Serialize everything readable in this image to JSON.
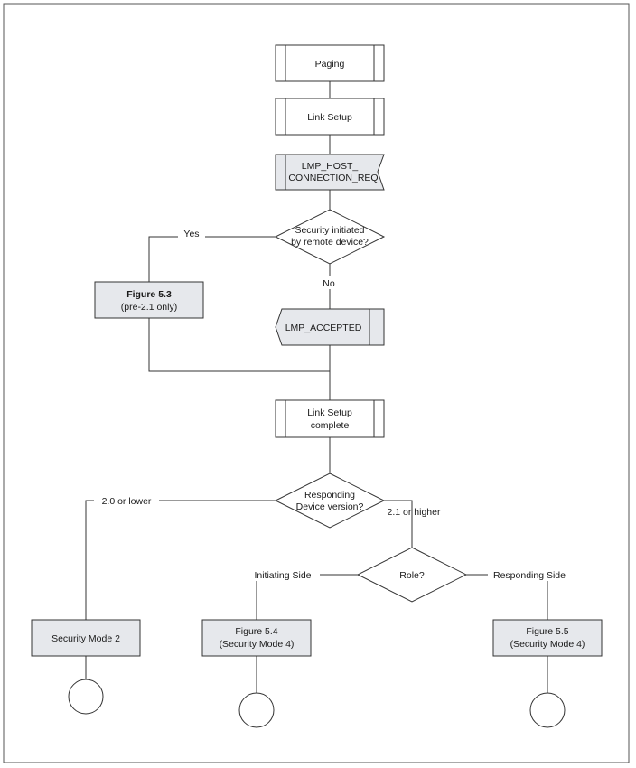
{
  "colors": {
    "gray_fill": "#e6e8ec",
    "white_fill": "#ffffff",
    "stroke": "#333333"
  },
  "nodes": {
    "paging": "Paging",
    "link_setup": "Link Setup",
    "lmp_host_req_line1": "LMP_HOST_",
    "lmp_host_req_line2": "CONNECTION_REQ",
    "security_decision_line1": "Security initiated",
    "security_decision_line2": "by remote device?",
    "fig53_title": "Figure 5.3",
    "fig53_sub": "(pre-2.1 only)",
    "lmp_accepted": "LMP_ACCEPTED",
    "link_setup_complete_line1": "Link Setup",
    "link_setup_complete_line2": "complete",
    "version_decision_line1": "Responding",
    "version_decision_line2": "Device version?",
    "role_decision": "Role?",
    "security_mode2": "Security Mode 2",
    "fig54_title": "Figure 5.4",
    "fig54_sub": "(Security Mode 4)",
    "fig55_title": "Figure 5.5",
    "fig55_sub": "(Security Mode 4)"
  },
  "edge_labels": {
    "yes": "Yes",
    "no": "No",
    "v20_or_lower": "2.0 or lower",
    "v21_or_higher": "2.1 or higher",
    "initiating_side": "Initiating Side",
    "responding_side": "Responding Side"
  }
}
